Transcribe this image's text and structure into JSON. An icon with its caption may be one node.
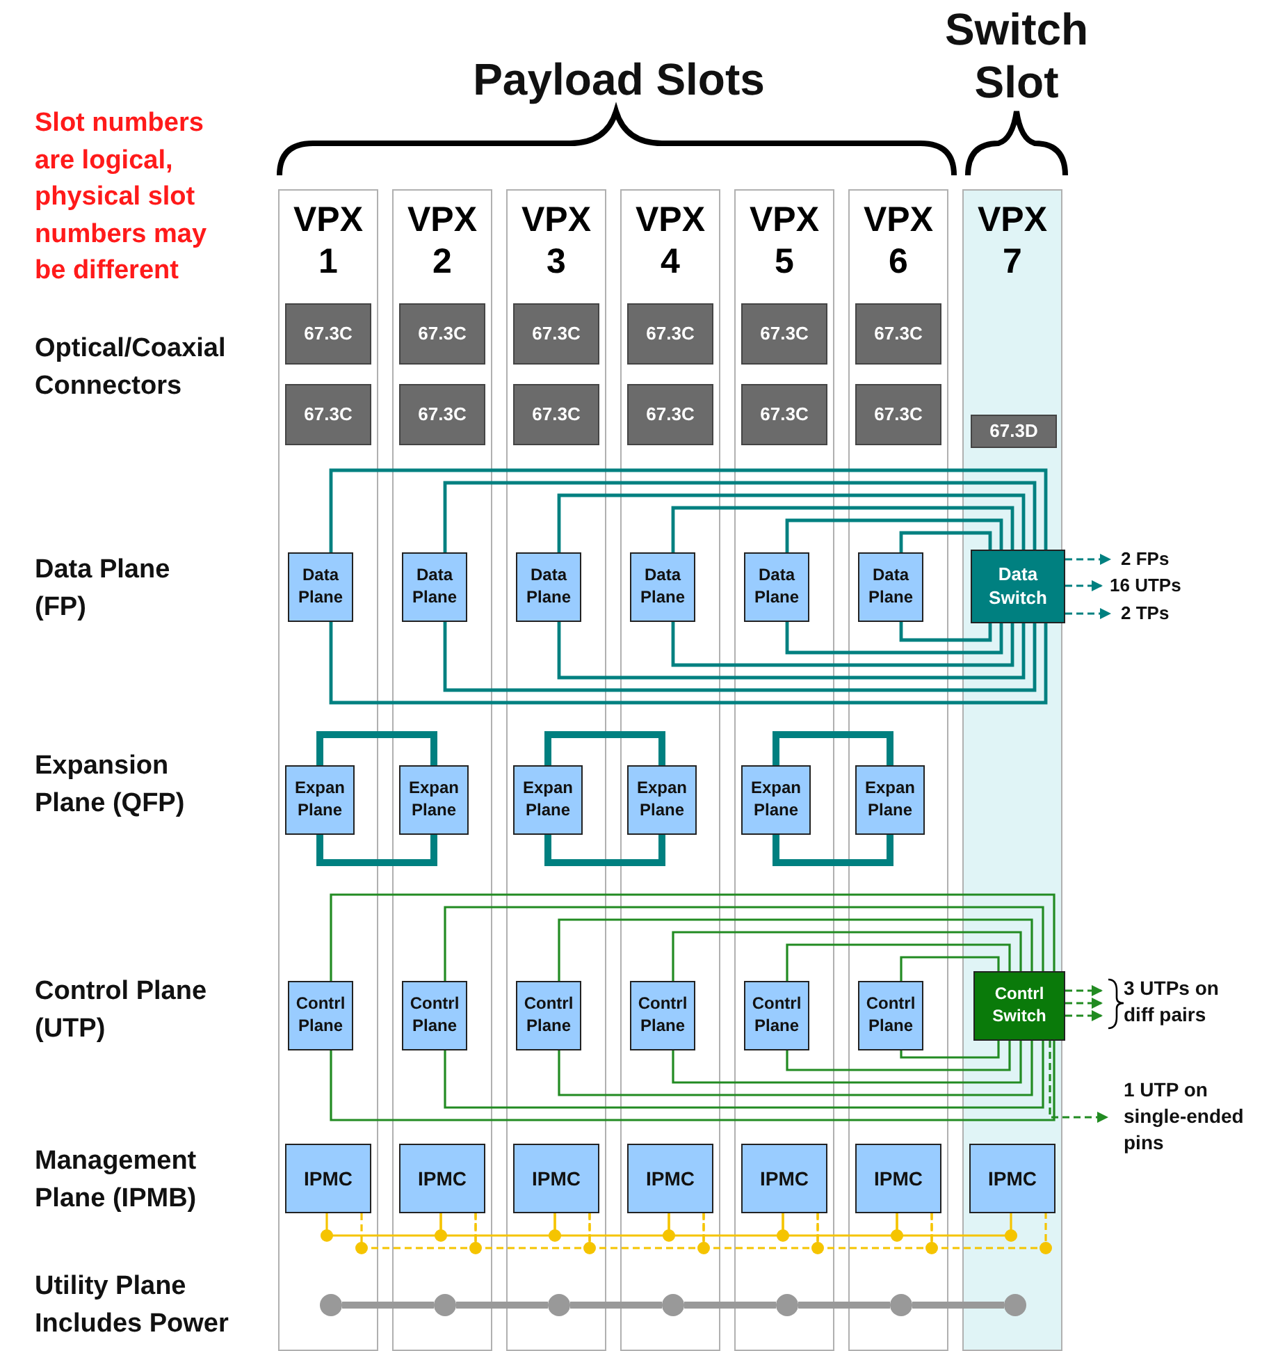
{
  "diagram": {
    "nodes": [
      {
        "text": [
          "VPX 1"
        ]
      },
      {
        "text": [
          "VPX 2"
        ]
      },
      {
        "text": [
          "VPX 3"
        ]
      },
      {
        "text": [
          "VPX 4"
        ]
      },
      {
        "text": [
          "VPX 5"
        ]
      },
      {
        "text": [
          "VPX 6"
        ]
      },
      {
        "text": [
          "VPX 7"
        ]
      },
      {
        "text": [
          "67.3C"
        ],
        "in": 0
      },
      {
        "text": [
          "67.3C"
        ],
        "in": 1
      },
      {
        "text": [
          "67.3C"
        ],
        "in": 2
      },
      {
        "text": [
          "67.3C"
        ],
        "in": 3
      },
      {
        "text": [
          "67.3C"
        ],
        "in": 4
      },
      {
        "text": [
          "67.3C"
        ],
        "in": 5
      },
      {
        "text": [
          "67.3C"
        ],
        "in": 0
      },
      {
        "text": [
          "67.3C"
        ],
        "in": 1
      },
      {
        "text": [
          "67.3C"
        ],
        "in": 2
      },
      {
        "text": [
          "67.3C"
        ],
        "in": 3
      },
      {
        "text": [
          "67.3C"
        ],
        "in": 4
      },
      {
        "text": [
          "67.3C"
        ],
        "in": 5
      },
      {
        "text": [
          "67.3D"
        ],
        "in": 6
      },
      {
        "text": [
          "Data Plane"
        ],
        "in": 0
      },
      {
        "text": [
          "Data Plane"
        ],
        "in": 1
      },
      {
        "text": [
          "Data Plane"
        ],
        "in": 2
      },
      {
        "text": [
          "Data Plane"
        ],
        "in": 3
      },
      {
        "text": [
          "Data Plane"
        ],
        "in": 4
      },
      {
        "text": [
          "Data Plane"
        ],
        "in": 5
      },
      {
        "text": [
          "Data Switch"
        ],
        "in": 6
      },
      {
        "text": [
          "2 FPs"
        ]
      },
      {
        "text": [
          "16 UTPs"
        ]
      },
      {
        "text": [
          "2 TPs"
        ]
      },
      {
        "text": [
          "Expan Plane"
        ],
        "in": 0
      },
      {
        "text": [
          "Expan Plane"
        ],
        "in": 1
      },
      {
        "text": [
          "Expan Plane"
        ],
        "in": 2
      },
      {
        "text": [
          "Expan Plane"
        ],
        "in": 3
      },
      {
        "text": [
          "Expan Plane"
        ],
        "in": 4
      },
      {
        "text": [
          "Expan Plane"
        ],
        "in": 5
      },
      {
        "text": [
          "Contrl Plane"
        ],
        "in": 0
      },
      {
        "text": [
          "Contrl Plane"
        ],
        "in": 1
      },
      {
        "text": [
          "Contrl Plane"
        ],
        "in": 2
      },
      {
        "text": [
          "Contrl Plane"
        ],
        "in": 3
      },
      {
        "text": [
          "Contrl Plane"
        ],
        "in": 4
      },
      {
        "text": [
          "Contrl Plane"
        ],
        "in": 5
      },
      {
        "text": [
          "Contrl Switch"
        ],
        "in": 6
      },
      {
        "text": [
          "3 UTPs on diff pairs"
        ]
      },
      {
        "text": [
          "1 UTP on single-ended pins"
        ]
      },
      {
        "text": [
          "IPMC"
        ],
        "in": 0
      },
      {
        "text": [
          "IPMC"
        ],
        "in": 1
      },
      {
        "text": [
          "IPMC"
        ],
        "in": 2
      },
      {
        "text": [
          "IPMC"
        ],
        "in": 3
      },
      {
        "text": [
          "IPMC"
        ],
        "in": 4
      },
      {
        "text": [
          "IPMC"
        ],
        "in": 5
      },
      {
        "text": [
          "IPMC"
        ],
        "in": 6
      },
      {
        "text": [],
        "shape": "circle",
        "in": 0
      },
      {
        "text": [],
        "shape": "circle",
        "in": 1
      },
      {
        "text": [],
        "shape": "circle",
        "in": 2
      },
      {
        "text": [],
        "shape": "circle",
        "in": 3
      },
      {
        "text": [],
        "shape": "circle",
        "in": 4
      },
      {
        "text": [],
        "shape": "circle",
        "in": 5
      },
      {
        "text": [],
        "shape": "circle",
        "in": 6
      }
    ],
    "edges": [
      {
        "from": 20,
        "to": 26,
        "arrow": "none"
      },
      {
        "from": 20,
        "to": 26,
        "arrow": "none"
      },
      {
        "from": 21,
        "to": 26,
        "arrow": "none"
      },
      {
        "from": 21,
        "to": 26,
        "arrow": "none"
      },
      {
        "from": 22,
        "to": 26,
        "arrow": "none"
      },
      {
        "from": 22,
        "to": 26,
        "arrow": "none"
      },
      {
        "from": 23,
        "to": 26,
        "arrow": "none"
      },
      {
        "from": 23,
        "to": 26,
        "arrow": "none"
      },
      {
        "from": 24,
        "to": 26,
        "arrow": "none"
      },
      {
        "from": 24,
        "to": 26,
        "arrow": "none"
      },
      {
        "from": 25,
        "to": 26,
        "arrow": "none"
      },
      {
        "from": 25,
        "to": 26,
        "arrow": "none"
      },
      {
        "from": 26,
        "to": 27,
        "arrow": "to",
        "style": "dashed"
      },
      {
        "from": 26,
        "to": 28,
        "arrow": "to",
        "style": "dashed"
      },
      {
        "from": 26,
        "to": 29,
        "arrow": "to",
        "style": "dashed"
      },
      {
        "from": 30,
        "to": 31,
        "arrow": "none",
        "style": "thick"
      },
      {
        "from": 30,
        "to": 31,
        "arrow": "none",
        "style": "thick"
      },
      {
        "from": 32,
        "to": 33,
        "arrow": "none",
        "style": "thick"
      },
      {
        "from": 32,
        "to": 33,
        "arrow": "none",
        "style": "thick"
      },
      {
        "from": 34,
        "to": 35,
        "arrow": "none",
        "style": "thick"
      },
      {
        "from": 34,
        "to": 35,
        "arrow": "none",
        "style": "thick"
      },
      {
        "from": 36,
        "to": 42,
        "arrow": "none",
        "color": "#228b22"
      },
      {
        "from": 36,
        "to": 42,
        "arrow": "none",
        "color": "#228b22"
      },
      {
        "from": 37,
        "to": 42,
        "arrow": "none",
        "color": "#228b22"
      },
      {
        "from": 37,
        "to": 42,
        "arrow": "none",
        "color": "#228b22"
      },
      {
        "from": 38,
        "to": 42,
        "arrow": "none",
        "color": "#228b22"
      },
      {
        "from": 38,
        "to": 42,
        "arrow": "none",
        "color": "#228b22"
      },
      {
        "from": 39,
        "to": 42,
        "arrow": "none",
        "color": "#228b22"
      },
      {
        "from": 39,
        "to": 42,
        "arrow": "none",
        "color": "#228b22"
      },
      {
        "from": 40,
        "to": 42,
        "arrow": "none",
        "color": "#228b22"
      },
      {
        "from": 40,
        "to": 42,
        "arrow": "none",
        "color": "#228b22"
      },
      {
        "from": 41,
        "to": 42,
        "arrow": "none",
        "color": "#228b22"
      },
      {
        "from": 41,
        "to": 42,
        "arrow": "none",
        "color": "#228b22"
      },
      {
        "from": 42,
        "to": 43,
        "arrow": "to",
        "style": "dashed",
        "color": "#228b22"
      },
      {
        "from": 42,
        "to": 43,
        "arrow": "to",
        "style": "dashed",
        "color": "#228b22"
      },
      {
        "from": 42,
        "to": 43,
        "arrow": "to",
        "style": "dashed",
        "color": "#228b22"
      },
      {
        "from": 42,
        "to": 44,
        "arrow": "to",
        "style": "dashed",
        "color": "#228b22"
      },
      {
        "from": 45,
        "to": 46,
        "arrow": "none",
        "color": "#f5c400"
      },
      {
        "from": 46,
        "to": 47,
        "arrow": "none",
        "color": "#f5c400"
      },
      {
        "from": 47,
        "to": 48,
        "arrow": "none",
        "color": "#f5c400"
      },
      {
        "from": 48,
        "to": 49,
        "arrow": "none",
        "color": "#f5c400"
      },
      {
        "from": 49,
        "to": 50,
        "arrow": "none",
        "color": "#f5c400"
      },
      {
        "from": 50,
        "to": 51,
        "arrow": "none",
        "color": "#f5c400"
      },
      {
        "from": 45,
        "to": 46,
        "arrow": "none",
        "style": "dashed",
        "color": "#f5c400"
      },
      {
        "from": 46,
        "to": 47,
        "arrow": "none",
        "style": "dashed",
        "color": "#f5c400"
      },
      {
        "from": 47,
        "to": 48,
        "arrow": "none",
        "style": "dashed",
        "color": "#f5c400"
      },
      {
        "from": 48,
        "to": 49,
        "arrow": "none",
        "style": "dashed",
        "color": "#f5c400"
      },
      {
        "from": 49,
        "to": 50,
        "arrow": "none",
        "style": "dashed",
        "color": "#f5c400"
      },
      {
        "from": 50,
        "to": 51,
        "arrow": "none",
        "style": "dashed",
        "color": "#f5c400"
      },
      {
        "from": 52,
        "to": 53,
        "arrow": "none",
        "style": "thick",
        "color": "#999999"
      },
      {
        "from": 53,
        "to": 54,
        "arrow": "none",
        "style": "thick",
        "color": "#999999"
      },
      {
        "from": 54,
        "to": 55,
        "arrow": "none",
        "style": "thick",
        "color": "#999999"
      },
      {
        "from": 55,
        "to": 56,
        "arrow": "none",
        "style": "thick",
        "color": "#999999"
      },
      {
        "from": 56,
        "to": 57,
        "arrow": "none",
        "style": "thick",
        "color": "#999999"
      },
      {
        "from": 57,
        "to": 58,
        "arrow": "none",
        "style": "thick",
        "color": "#999999"
      }
    ],
    "labels": [
      "Switch Slot",
      "Payload Slots",
      "Slot numbers are logical, physical slot numbers may be different",
      "Optical/Coaxial Connectors",
      "Data Plane (FP)",
      "Expansion Plane (QFP)",
      "Control Plane (UTP)",
      "Management Plane (IPMB)",
      "Utility Plane Includes Power"
    ]
  }
}
